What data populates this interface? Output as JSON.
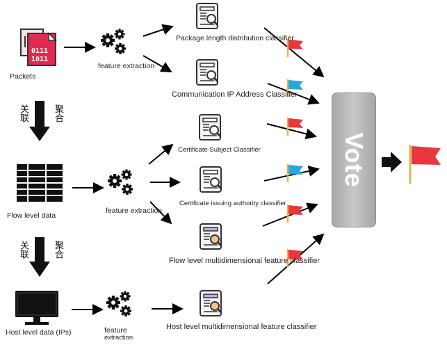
{
  "nodes": {
    "packets": "Packets",
    "flow_level_data": "Flow level data",
    "host_level_data": "Host level data (IPs)"
  },
  "extraction": {
    "fe1": "feature extraction",
    "fe2": "feature extraction",
    "fe3_line1": "feature",
    "fe3_line2": "extraction"
  },
  "aggregation": {
    "left_1": "关联",
    "right_1": "聚合",
    "left_2": "关联",
    "right_2": "聚合"
  },
  "classifiers": [
    "Package length distribution classifier",
    "Communication IP Address Classifier",
    "Certificate Subject Classifier",
    "Certificate issuing authority classifier",
    "Flow level multidimensional feature classifier",
    "Host level multidimensional feature classifier"
  ],
  "packet_icon_text": [
    "0111",
    "1011"
  ],
  "vote_label": "Vote",
  "colors": {
    "red_flag": "#e8373f",
    "blue_flag": "#29a7d8",
    "pole": "#e8b24a",
    "vote_gray": "#b3b3b3",
    "packet_red": "#e02a4f"
  },
  "flags": [
    "red",
    "blue",
    "red",
    "blue",
    "red",
    "red"
  ]
}
